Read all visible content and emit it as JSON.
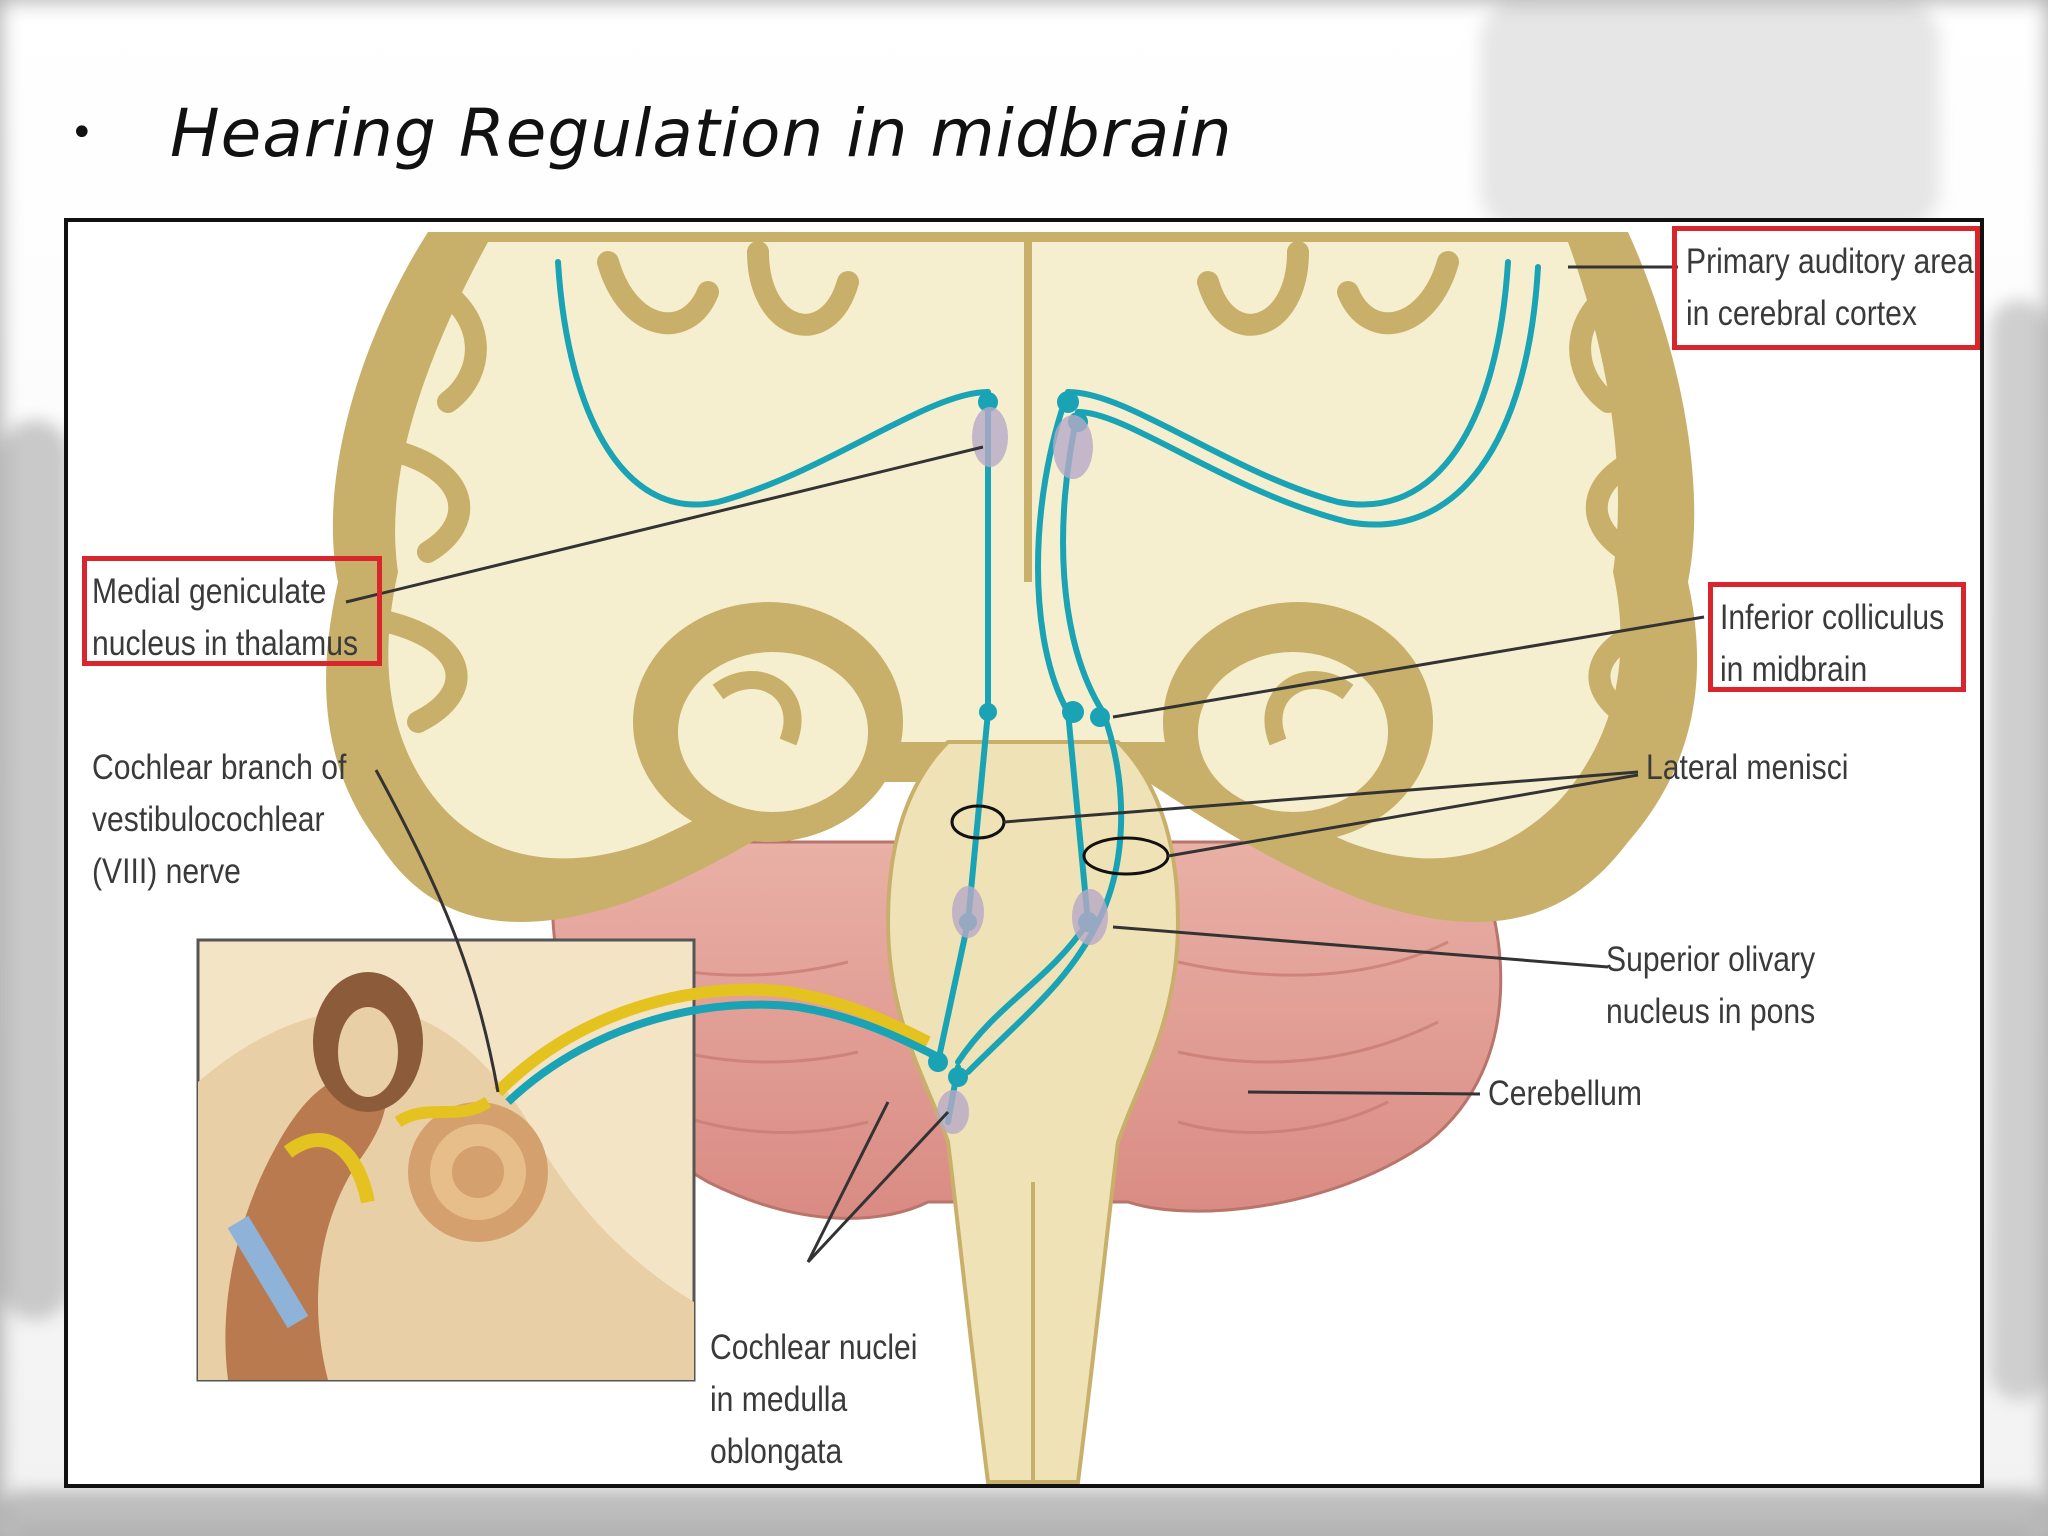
{
  "slide": {
    "bullet": "•",
    "title": "Hearing Regulation in midbrain"
  },
  "labels": {
    "primary_auditory": [
      "Primary auditory area",
      "in cerebral cortex"
    ],
    "medial_geniculate": [
      "Medial geniculate",
      "nucleus in thalamus"
    ],
    "inferior_colliculus": [
      "Inferior colliculus",
      "in midbrain"
    ],
    "cochlear_branch": [
      "Cochlear branch of",
      "vestibulocochlear",
      "(VIII) nerve"
    ],
    "lateral_menisci": [
      "Lateral menisci"
    ],
    "superior_olivary": [
      "Superior olivary",
      "nucleus in pons"
    ],
    "cerebellum": [
      "Cerebellum"
    ],
    "cochlear_nuclei": [
      "Cochlear nuclei",
      "in medulla",
      "oblongata"
    ]
  },
  "colors": {
    "highlight_box": "#d9262c",
    "pathway": "#1aa3b4",
    "white_matter": "#f6efcf",
    "gray_matter": "#c9b06a",
    "cerebellum": "#e2a39a",
    "frame": "#111111"
  }
}
